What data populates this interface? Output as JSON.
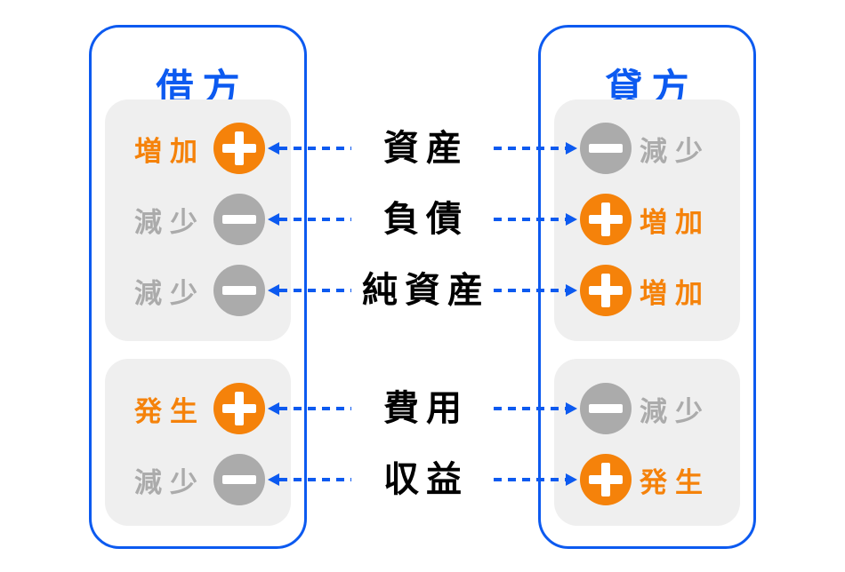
{
  "left_panel": {
    "title": "借方",
    "rows": [
      {
        "label": "増加",
        "icon": "plus-icon"
      },
      {
        "label": "減少",
        "icon": "minus-icon"
      },
      {
        "label": "減少",
        "icon": "minus-icon"
      },
      {
        "label": "発生",
        "icon": "plus-icon"
      },
      {
        "label": "減少",
        "icon": "minus-icon"
      }
    ]
  },
  "right_panel": {
    "title": "貸方",
    "rows": [
      {
        "label": "減少",
        "icon": "minus-icon"
      },
      {
        "label": "増加",
        "icon": "plus-icon"
      },
      {
        "label": "増加",
        "icon": "plus-icon"
      },
      {
        "label": "減少",
        "icon": "minus-icon"
      },
      {
        "label": "発生",
        "icon": "plus-icon"
      }
    ]
  },
  "center_labels": [
    "資産",
    "負債",
    "純資産",
    "費用",
    "収益"
  ],
  "colors": {
    "accent_blue": "#0c5af0",
    "increase_orange": "#f5820a",
    "decrease_gray": "#ababab",
    "group_background": "#efefef",
    "account_label_black": "#000000"
  }
}
